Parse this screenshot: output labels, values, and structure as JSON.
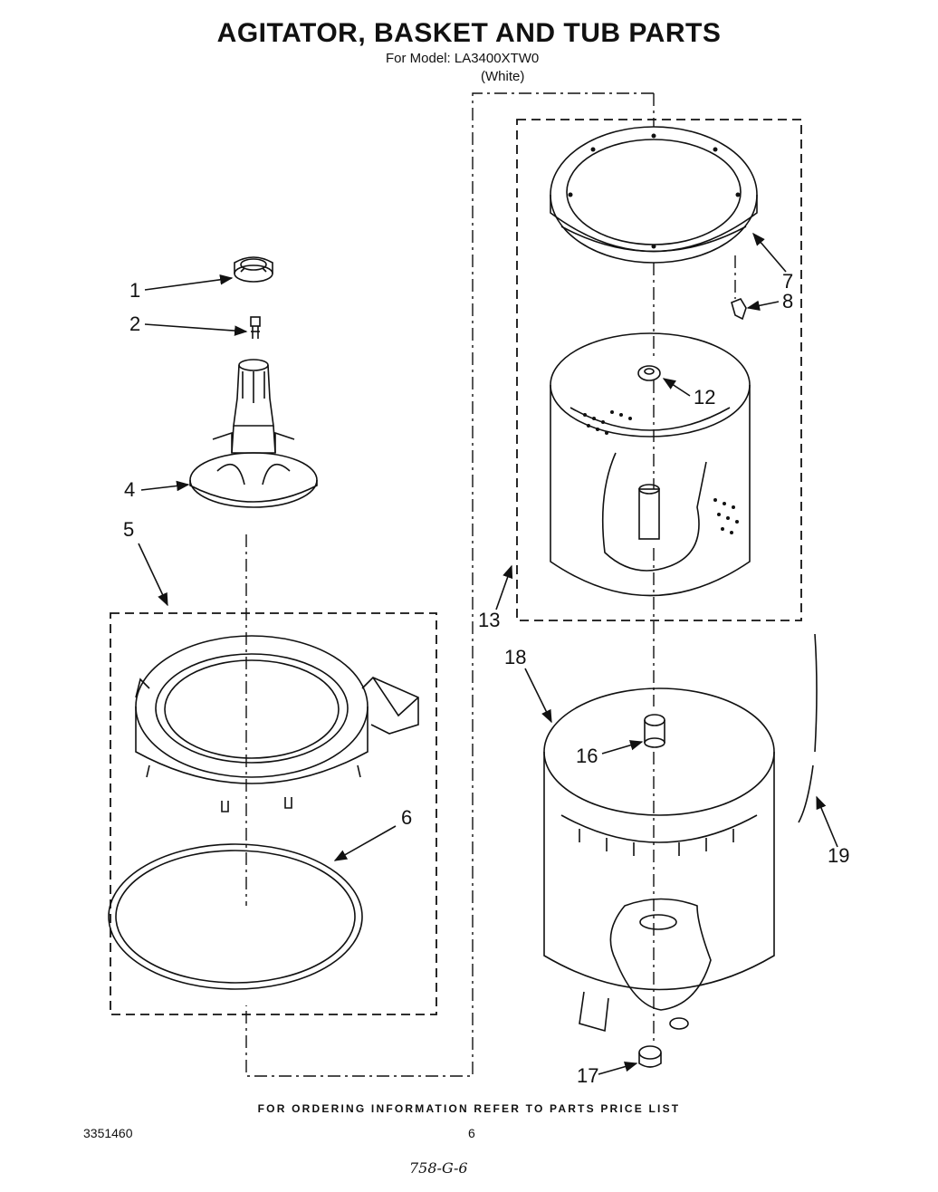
{
  "header": {
    "title": "AGITATOR, BASKET AND TUB PARTS",
    "model_line": "For Model: LA3400XTW0",
    "color_line": "(White)"
  },
  "callouts": {
    "c1": "1",
    "c2": "2",
    "c4": "4",
    "c5": "5",
    "c6": "6",
    "c7": "7",
    "c8": "8",
    "c12": "12",
    "c13": "13",
    "c16": "16",
    "c17": "17",
    "c18": "18",
    "c19": "19"
  },
  "footer": {
    "ordering_note": "FOR ORDERING INFORMATION REFER TO PARTS PRICE LIST",
    "doc_number": "3351460",
    "page_number": "6",
    "handwritten_note": "758-G-6"
  }
}
